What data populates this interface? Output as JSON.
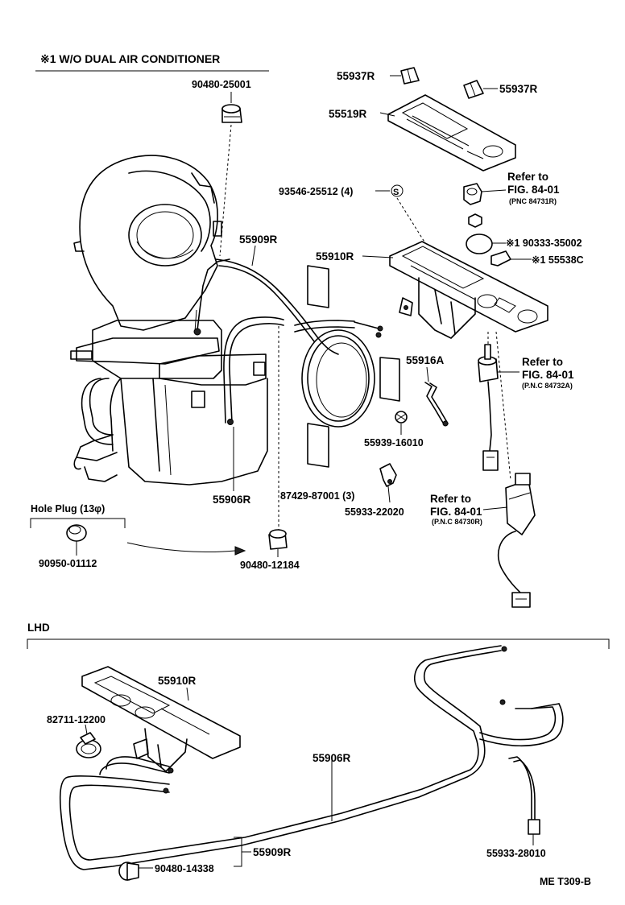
{
  "header": {
    "condition_note": "※1 W/O DUAL AIR CONDITIONER"
  },
  "labels": {
    "p_90480_25001": "90480-25001",
    "p_55937R_left": "55937R",
    "p_55937R_right": "55937R",
    "p_55519R": "55519R",
    "p_93546_25512": "93546-25512 (4)",
    "p_refer_84731_line1": "Refer to",
    "p_refer_84731_line2": "FIG. 84-01",
    "p_refer_84731_line3": "(PNC 84731R)",
    "p_90333_35002": "※1 90333-35002",
    "p_55538C": "※1 55538C",
    "p_55909R_top": "55909R",
    "p_55910R_top": "55910R",
    "p_55916A": "55916A",
    "p_refer_84732_line1": "Refer to",
    "p_refer_84732_line2": "FIG. 84-01",
    "p_refer_84732_line3": "(P.N.C 84732A)",
    "p_55939_16010": "55939-16010",
    "p_55906R_top": "55906R",
    "p_87429_87001": "87429-87001 (3)",
    "p_55933_22020": "55933-22020",
    "p_refer_84730_line1": "Refer to",
    "p_refer_84730_line2": "FIG. 84-01",
    "p_refer_84730_line3": "(P.N.C 84730R)",
    "p_hole_plug": "Hole Plug (13φ)",
    "p_90950_01112": "90950-01112",
    "p_90480_12184": "90480-12184",
    "section_lhd": "LHD",
    "p_55910R_lhd": "55910R",
    "p_82711_12200": "82711-12200",
    "p_55906R_lhd": "55906R",
    "p_55909R_lhd": "55909R",
    "p_90480_14338": "90480-14338",
    "p_55933_28010": "55933-28010",
    "figure_code": "ME  T309-B"
  }
}
